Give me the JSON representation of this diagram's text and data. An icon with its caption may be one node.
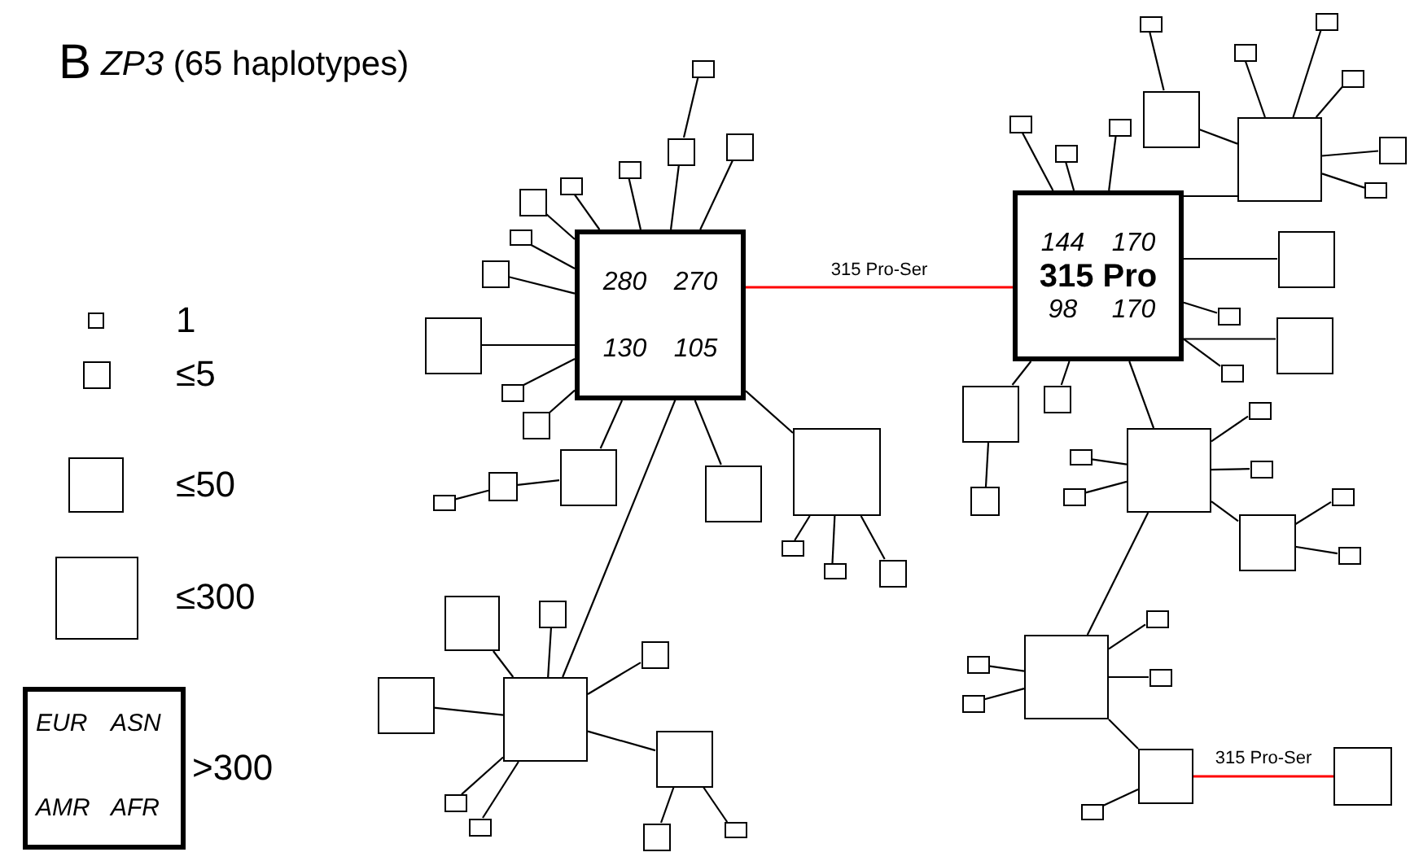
{
  "diagram": {
    "title": "*ZP3* (65 haplotypes)",
    "nodes": [
      {
        "text": [
          "280",
          "270",
          "130",
          "105"
        ]
      },
      {
        "text": [],
        "shape": "box"
      },
      {
        "text": [],
        "shape": "box"
      },
      {
        "text": [],
        "shape": "box"
      },
      {
        "text": [],
        "shape": "box"
      },
      {
        "text": [],
        "shape": "box"
      },
      {
        "text": [],
        "shape": "box"
      },
      {
        "text": [],
        "shape": "box"
      },
      {
        "text": [],
        "shape": "box"
      },
      {
        "text": [],
        "shape": "box"
      },
      {
        "text": [],
        "shape": "box"
      },
      {
        "text": [],
        "shape": "box"
      },
      {
        "text": [],
        "shape": "box"
      },
      {
        "text": [],
        "shape": "box"
      },
      {
        "text": [],
        "shape": "box"
      },
      {
        "text": [],
        "shape": "box"
      },
      {
        "text": [],
        "shape": "box"
      },
      {
        "text": [],
        "shape": "box"
      },
      {
        "text": [],
        "shape": "box"
      },
      {
        "text": [],
        "shape": "box"
      },
      {
        "text": [],
        "shape": "box"
      },
      {
        "text": [],
        "shape": "box"
      },
      {
        "text": [],
        "shape": "box"
      },
      {
        "text": [],
        "shape": "box"
      },
      {
        "text": [],
        "shape": "box"
      },
      {
        "text": [],
        "shape": "box"
      },
      {
        "text": [],
        "shape": "box"
      },
      {
        "text": [],
        "shape": "box"
      },
      {
        "text": [],
        "shape": "box"
      },
      {
        "text": [],
        "shape": "box"
      },
      {
        "text": [
          "144",
          "170",
          "315 Pro",
          "98",
          "170"
        ]
      },
      {
        "text": [],
        "shape": "box"
      },
      {
        "text": [],
        "shape": "box"
      },
      {
        "text": [],
        "shape": "box"
      },
      {
        "text": [],
        "shape": "box"
      },
      {
        "text": [],
        "shape": "box"
      },
      {
        "text": [],
        "shape": "box"
      },
      {
        "text": [],
        "shape": "box"
      },
      {
        "text": [],
        "shape": "box"
      },
      {
        "text": [],
        "shape": "box"
      },
      {
        "text": [],
        "shape": "box"
      },
      {
        "text": [],
        "shape": "box"
      },
      {
        "text": [],
        "shape": "box"
      },
      {
        "text": [],
        "shape": "box"
      },
      {
        "text": [],
        "shape": "box"
      },
      {
        "text": [],
        "shape": "box"
      },
      {
        "text": [],
        "shape": "box"
      },
      {
        "text": [],
        "shape": "box"
      },
      {
        "text": [],
        "shape": "box"
      },
      {
        "text": [],
        "shape": "box"
      },
      {
        "text": [],
        "shape": "box"
      },
      {
        "text": [],
        "shape": "box"
      },
      {
        "text": [],
        "shape": "box"
      },
      {
        "text": [],
        "shape": "box"
      },
      {
        "text": [],
        "shape": "box"
      },
      {
        "text": [],
        "shape": "box"
      },
      {
        "text": [],
        "shape": "box"
      },
      {
        "text": [],
        "shape": "box"
      },
      {
        "text": [],
        "shape": "box"
      },
      {
        "text": [],
        "shape": "box"
      },
      {
        "text": [],
        "shape": "box"
      },
      {
        "text": [],
        "shape": "box"
      },
      {
        "text": [],
        "shape": "box"
      },
      {
        "text": [],
        "shape": "box"
      },
      {
        "text": [],
        "shape": "box"
      }
    ],
    "edges": [
      {
        "from": 0,
        "to": 30,
        "arrow": "none",
        "label": "315 Pro-Ser",
        "color": "#ff0000"
      },
      {
        "from": 2,
        "to": 1,
        "arrow": "none"
      },
      {
        "from": 0,
        "to": 2,
        "arrow": "none"
      },
      {
        "from": 0,
        "to": 3,
        "arrow": "none"
      },
      {
        "from": 0,
        "to": 4,
        "arrow": "none"
      },
      {
        "from": 0,
        "to": 5,
        "arrow": "none"
      },
      {
        "from": 0,
        "to": 6,
        "arrow": "none"
      },
      {
        "from": 0,
        "to": 7,
        "arrow": "none"
      },
      {
        "from": 0,
        "to": 8,
        "arrow": "none"
      },
      {
        "from": 0,
        "to": 9,
        "arrow": "none"
      },
      {
        "from": 0,
        "to": 10,
        "arrow": "none"
      },
      {
        "from": 0,
        "to": 11,
        "arrow": "none"
      },
      {
        "from": 0,
        "to": 14,
        "arrow": "none"
      },
      {
        "from": 14,
        "to": 13,
        "arrow": "none"
      },
      {
        "from": 13,
        "to": 12,
        "arrow": "none"
      },
      {
        "from": 0,
        "to": 20,
        "arrow": "none"
      },
      {
        "from": 0,
        "to": 15,
        "arrow": "none"
      },
      {
        "from": 0,
        "to": 16,
        "arrow": "none"
      },
      {
        "from": 16,
        "to": 17,
        "arrow": "none"
      },
      {
        "from": 16,
        "to": 18,
        "arrow": "none"
      },
      {
        "from": 16,
        "to": 19,
        "arrow": "none"
      },
      {
        "from": 20,
        "to": 21,
        "arrow": "none"
      },
      {
        "from": 20,
        "to": 22,
        "arrow": "none"
      },
      {
        "from": 20,
        "to": 23,
        "arrow": "none"
      },
      {
        "from": 20,
        "to": 24,
        "arrow": "none"
      },
      {
        "from": 20,
        "to": 25,
        "arrow": "none"
      },
      {
        "from": 25,
        "to": 26,
        "arrow": "none"
      },
      {
        "from": 25,
        "to": 27,
        "arrow": "none"
      },
      {
        "from": 20,
        "to": 28,
        "arrow": "none"
      },
      {
        "from": 20,
        "to": 29,
        "arrow": "none"
      },
      {
        "from": 30,
        "to": 31,
        "arrow": "none"
      },
      {
        "from": 30,
        "to": 32,
        "arrow": "none"
      },
      {
        "from": 30,
        "to": 33,
        "arrow": "none"
      },
      {
        "from": 30,
        "to": 36,
        "arrow": "none"
      },
      {
        "from": 36,
        "to": 34,
        "arrow": "none"
      },
      {
        "from": 34,
        "to": 35,
        "arrow": "none"
      },
      {
        "from": 36,
        "to": 37,
        "arrow": "none"
      },
      {
        "from": 36,
        "to": 38,
        "arrow": "none"
      },
      {
        "from": 36,
        "to": 39,
        "arrow": "none"
      },
      {
        "from": 36,
        "to": 40,
        "arrow": "none"
      },
      {
        "from": 36,
        "to": 41,
        "arrow": "none"
      },
      {
        "from": 30,
        "to": 42,
        "arrow": "none"
      },
      {
        "from": 30,
        "to": 43,
        "arrow": "none"
      },
      {
        "from": 30,
        "to": 44,
        "arrow": "none"
      },
      {
        "from": 30,
        "to": 45,
        "arrow": "none"
      },
      {
        "from": 30,
        "to": 46,
        "arrow": "none"
      },
      {
        "from": 46,
        "to": 47,
        "arrow": "none"
      },
      {
        "from": 30,
        "to": 48,
        "arrow": "none"
      },
      {
        "from": 30,
        "to": 49,
        "arrow": "none"
      },
      {
        "from": 49,
        "to": 50,
        "arrow": "none"
      },
      {
        "from": 49,
        "to": 51,
        "arrow": "none"
      },
      {
        "from": 49,
        "to": 52,
        "arrow": "none"
      },
      {
        "from": 49,
        "to": 53,
        "arrow": "none"
      },
      {
        "from": 49,
        "to": 54,
        "arrow": "none"
      },
      {
        "from": 54,
        "to": 55,
        "arrow": "none"
      },
      {
        "from": 54,
        "to": 56,
        "arrow": "none"
      },
      {
        "from": 49,
        "to": 57,
        "arrow": "none"
      },
      {
        "from": 57,
        "to": 58,
        "arrow": "none"
      },
      {
        "from": 57,
        "to": 59,
        "arrow": "none"
      },
      {
        "from": 57,
        "to": 60,
        "arrow": "none"
      },
      {
        "from": 57,
        "to": 61,
        "arrow": "none"
      },
      {
        "from": 57,
        "to": 62,
        "arrow": "none"
      },
      {
        "from": 62,
        "to": 63,
        "arrow": "none"
      },
      {
        "from": 62,
        "to": 64,
        "arrow": "none",
        "label": "315 Pro-Ser",
        "color": "#ff0000"
      }
    ],
    "labels": [
      "B",
      "EUR",
      "ASN",
      "AMR",
      "AFR"
    ],
    "legend": [
      {
        "text": "1"
      },
      {
        "text": "≤5"
      },
      {
        "text": "≤50"
      },
      {
        "text": "≤300"
      },
      {
        "text": ">300"
      }
    ]
  }
}
